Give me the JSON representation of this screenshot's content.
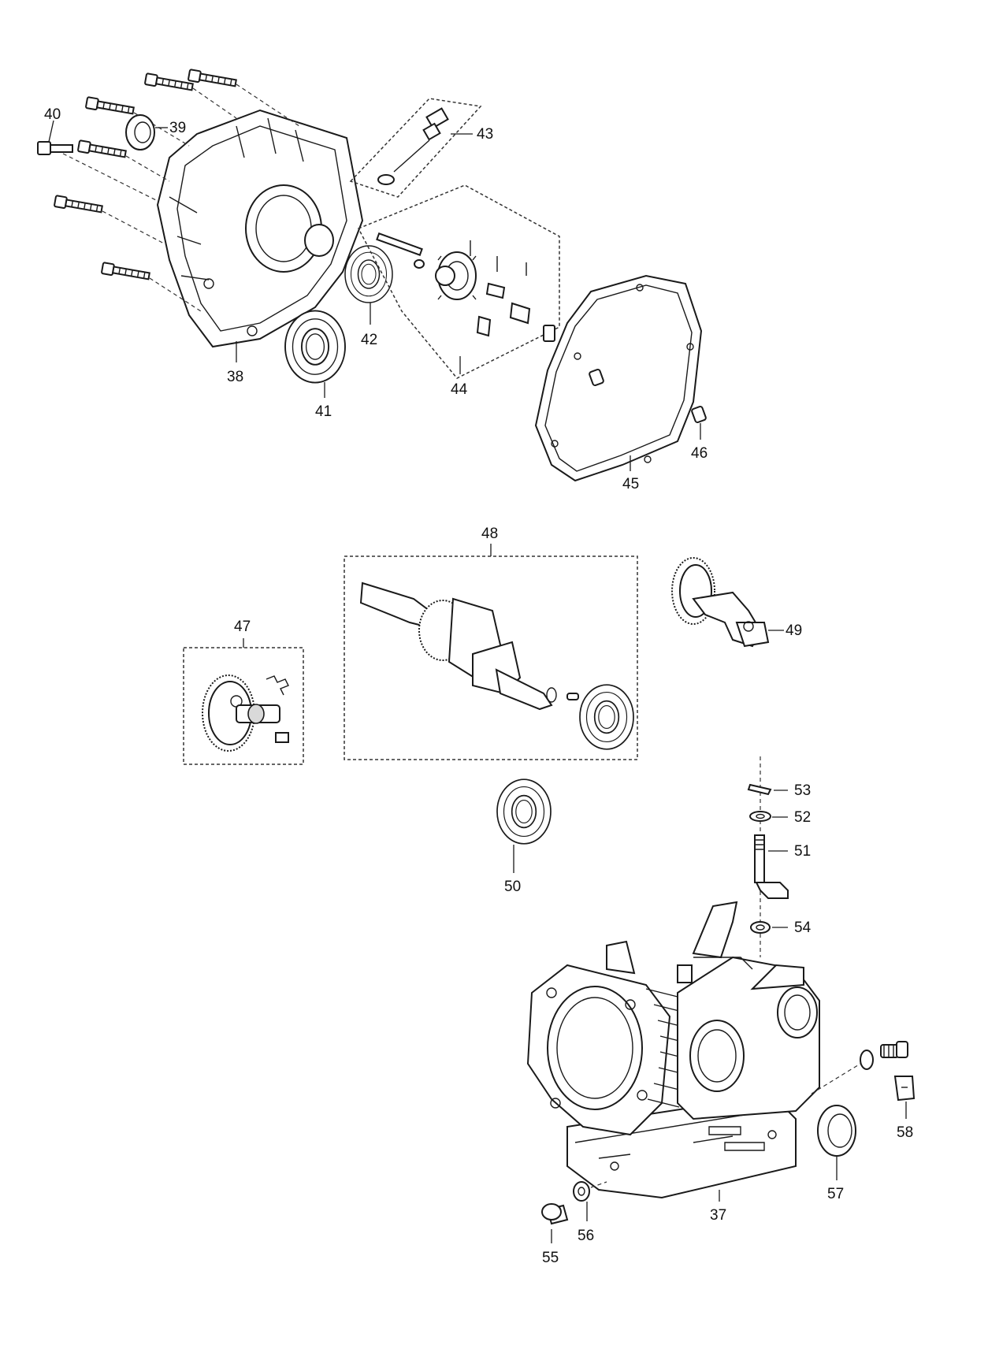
{
  "diagram": {
    "type": "exploded-parts-view",
    "callouts": {
      "c37": "37",
      "c38": "38",
      "c39": "39",
      "c40": "40",
      "c41": "41",
      "c42": "42",
      "c43": "43",
      "c44": "44",
      "c45": "45",
      "c46": "46",
      "c47": "47",
      "c48": "48",
      "c49": "49",
      "c50": "50",
      "c51": "51",
      "c52": "52",
      "c53": "53",
      "c54": "54",
      "c55": "55",
      "c56": "56",
      "c57": "57",
      "c58": "58"
    }
  }
}
